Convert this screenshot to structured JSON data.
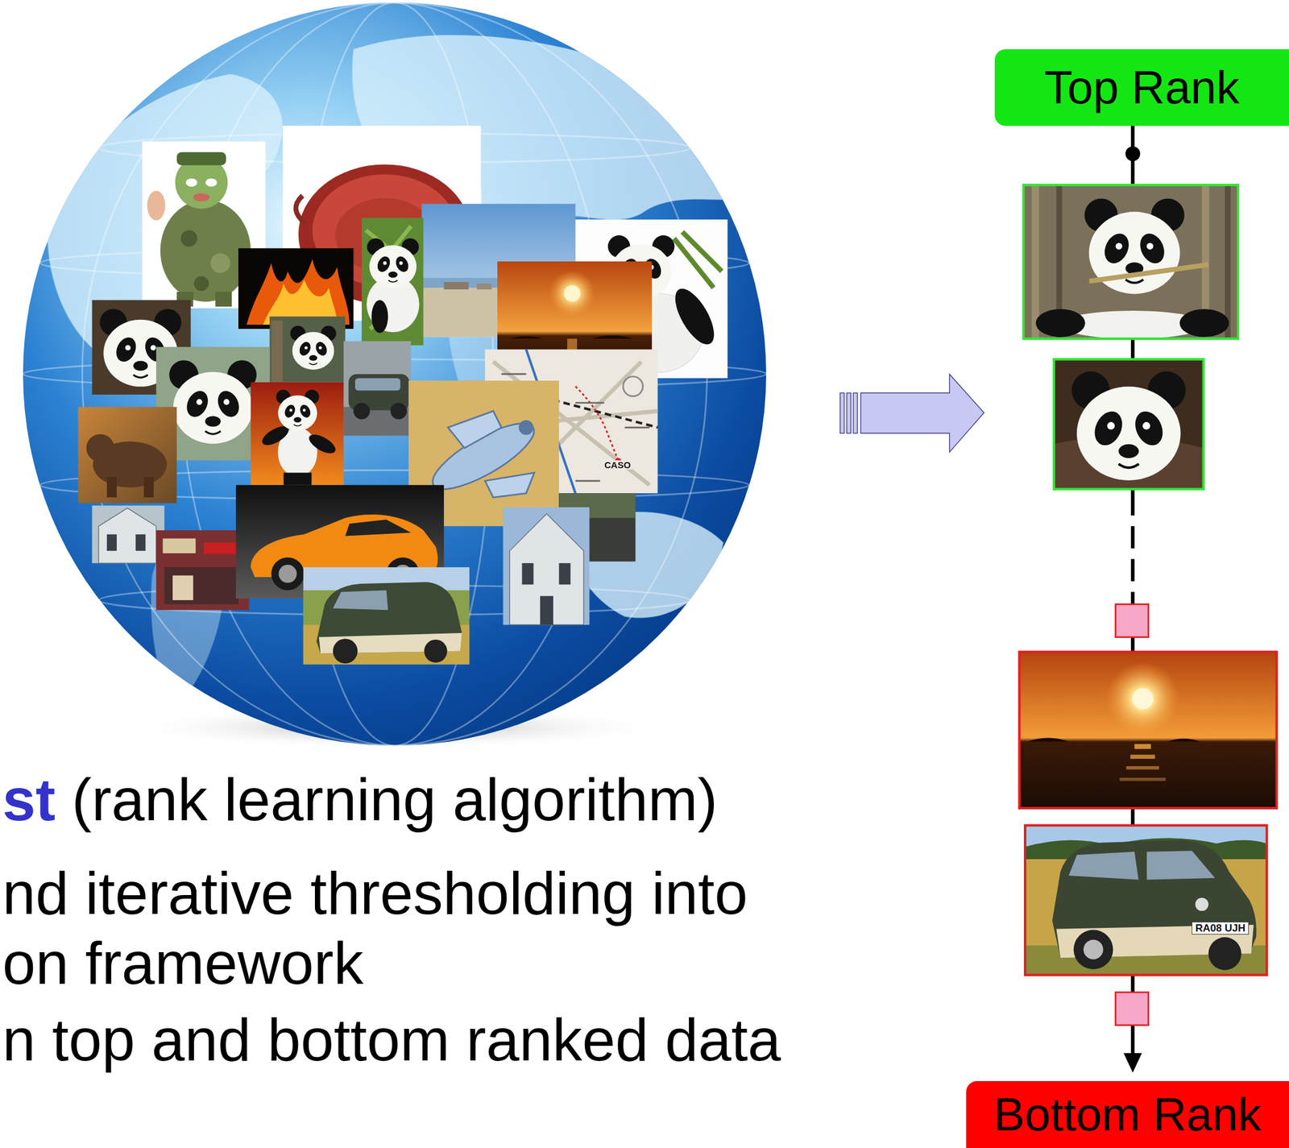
{
  "diagram": {
    "nodes": [
      {
        "text": [
          "Top Rank"
        ]
      },
      {
        "text": [
          "Bottom Rank"
        ]
      }
    ],
    "edges": [
      {
        "from": 0,
        "to": 1,
        "arrow": "to"
      }
    ],
    "labels": [
      "st",
      "(rank learning algorithm)",
      "nd iterative thresholding into",
      "on framework",
      "n top and bottom ranked data",
      "CASO",
      "RA08 UJH"
    ]
  }
}
